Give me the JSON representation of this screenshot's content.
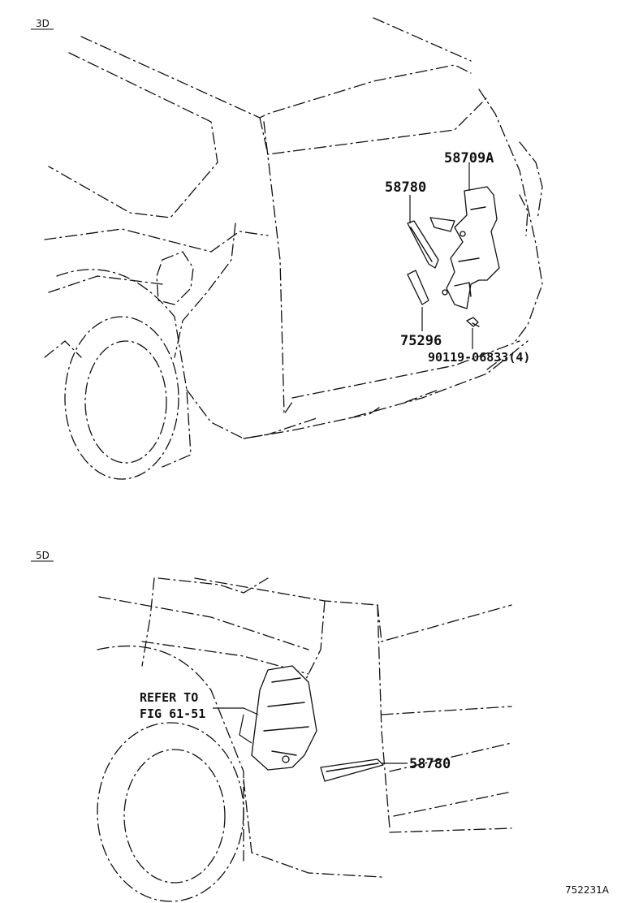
{
  "views": [
    {
      "label": "3D"
    },
    {
      "label": "5D"
    }
  ],
  "callouts": {
    "top_bracket": "58709A",
    "top_strap": "58780",
    "top_pad": "75296",
    "top_bolt": "90119-06833(4)",
    "bottom_refer_line1": "REFER TO",
    "bottom_refer_line2": "FIG 61-51",
    "bottom_strap": "58780"
  },
  "figure_code": "752231A"
}
